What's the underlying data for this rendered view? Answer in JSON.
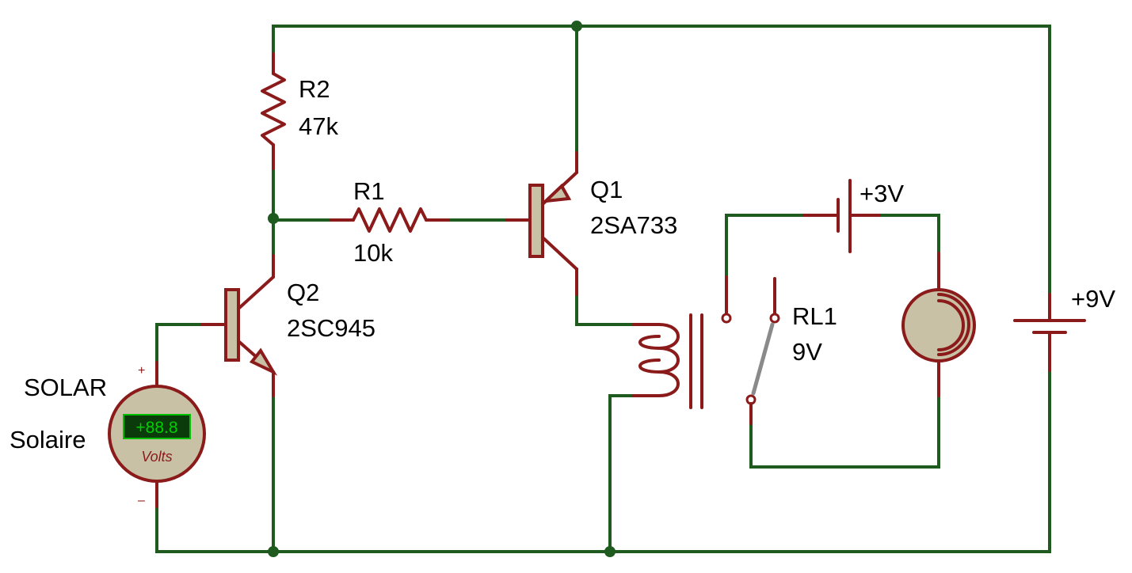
{
  "components": {
    "r2": {
      "ref": "R2",
      "value": "47k"
    },
    "r1": {
      "ref": "R1",
      "value": "10k"
    },
    "q1": {
      "ref": "Q1",
      "value": "2SA733"
    },
    "q2": {
      "ref": "Q2",
      "value": "2SC945"
    },
    "rl1": {
      "ref": "RL1",
      "value": "9V"
    },
    "battery_3v": {
      "label": "+3V"
    },
    "battery_9v": {
      "label": "+9V"
    },
    "solar": {
      "label_en": "SOLAR",
      "label_fr": "Solaire",
      "display": "+88.8",
      "unit": "Volts",
      "plus": "+",
      "minus": "–"
    }
  },
  "colors": {
    "wire": "#1f5a1f",
    "component": "#8b1a1a",
    "body_fill": "#c9c1a6",
    "lcd_bg": "#0b3a0b",
    "lcd_text": "#00d000"
  }
}
